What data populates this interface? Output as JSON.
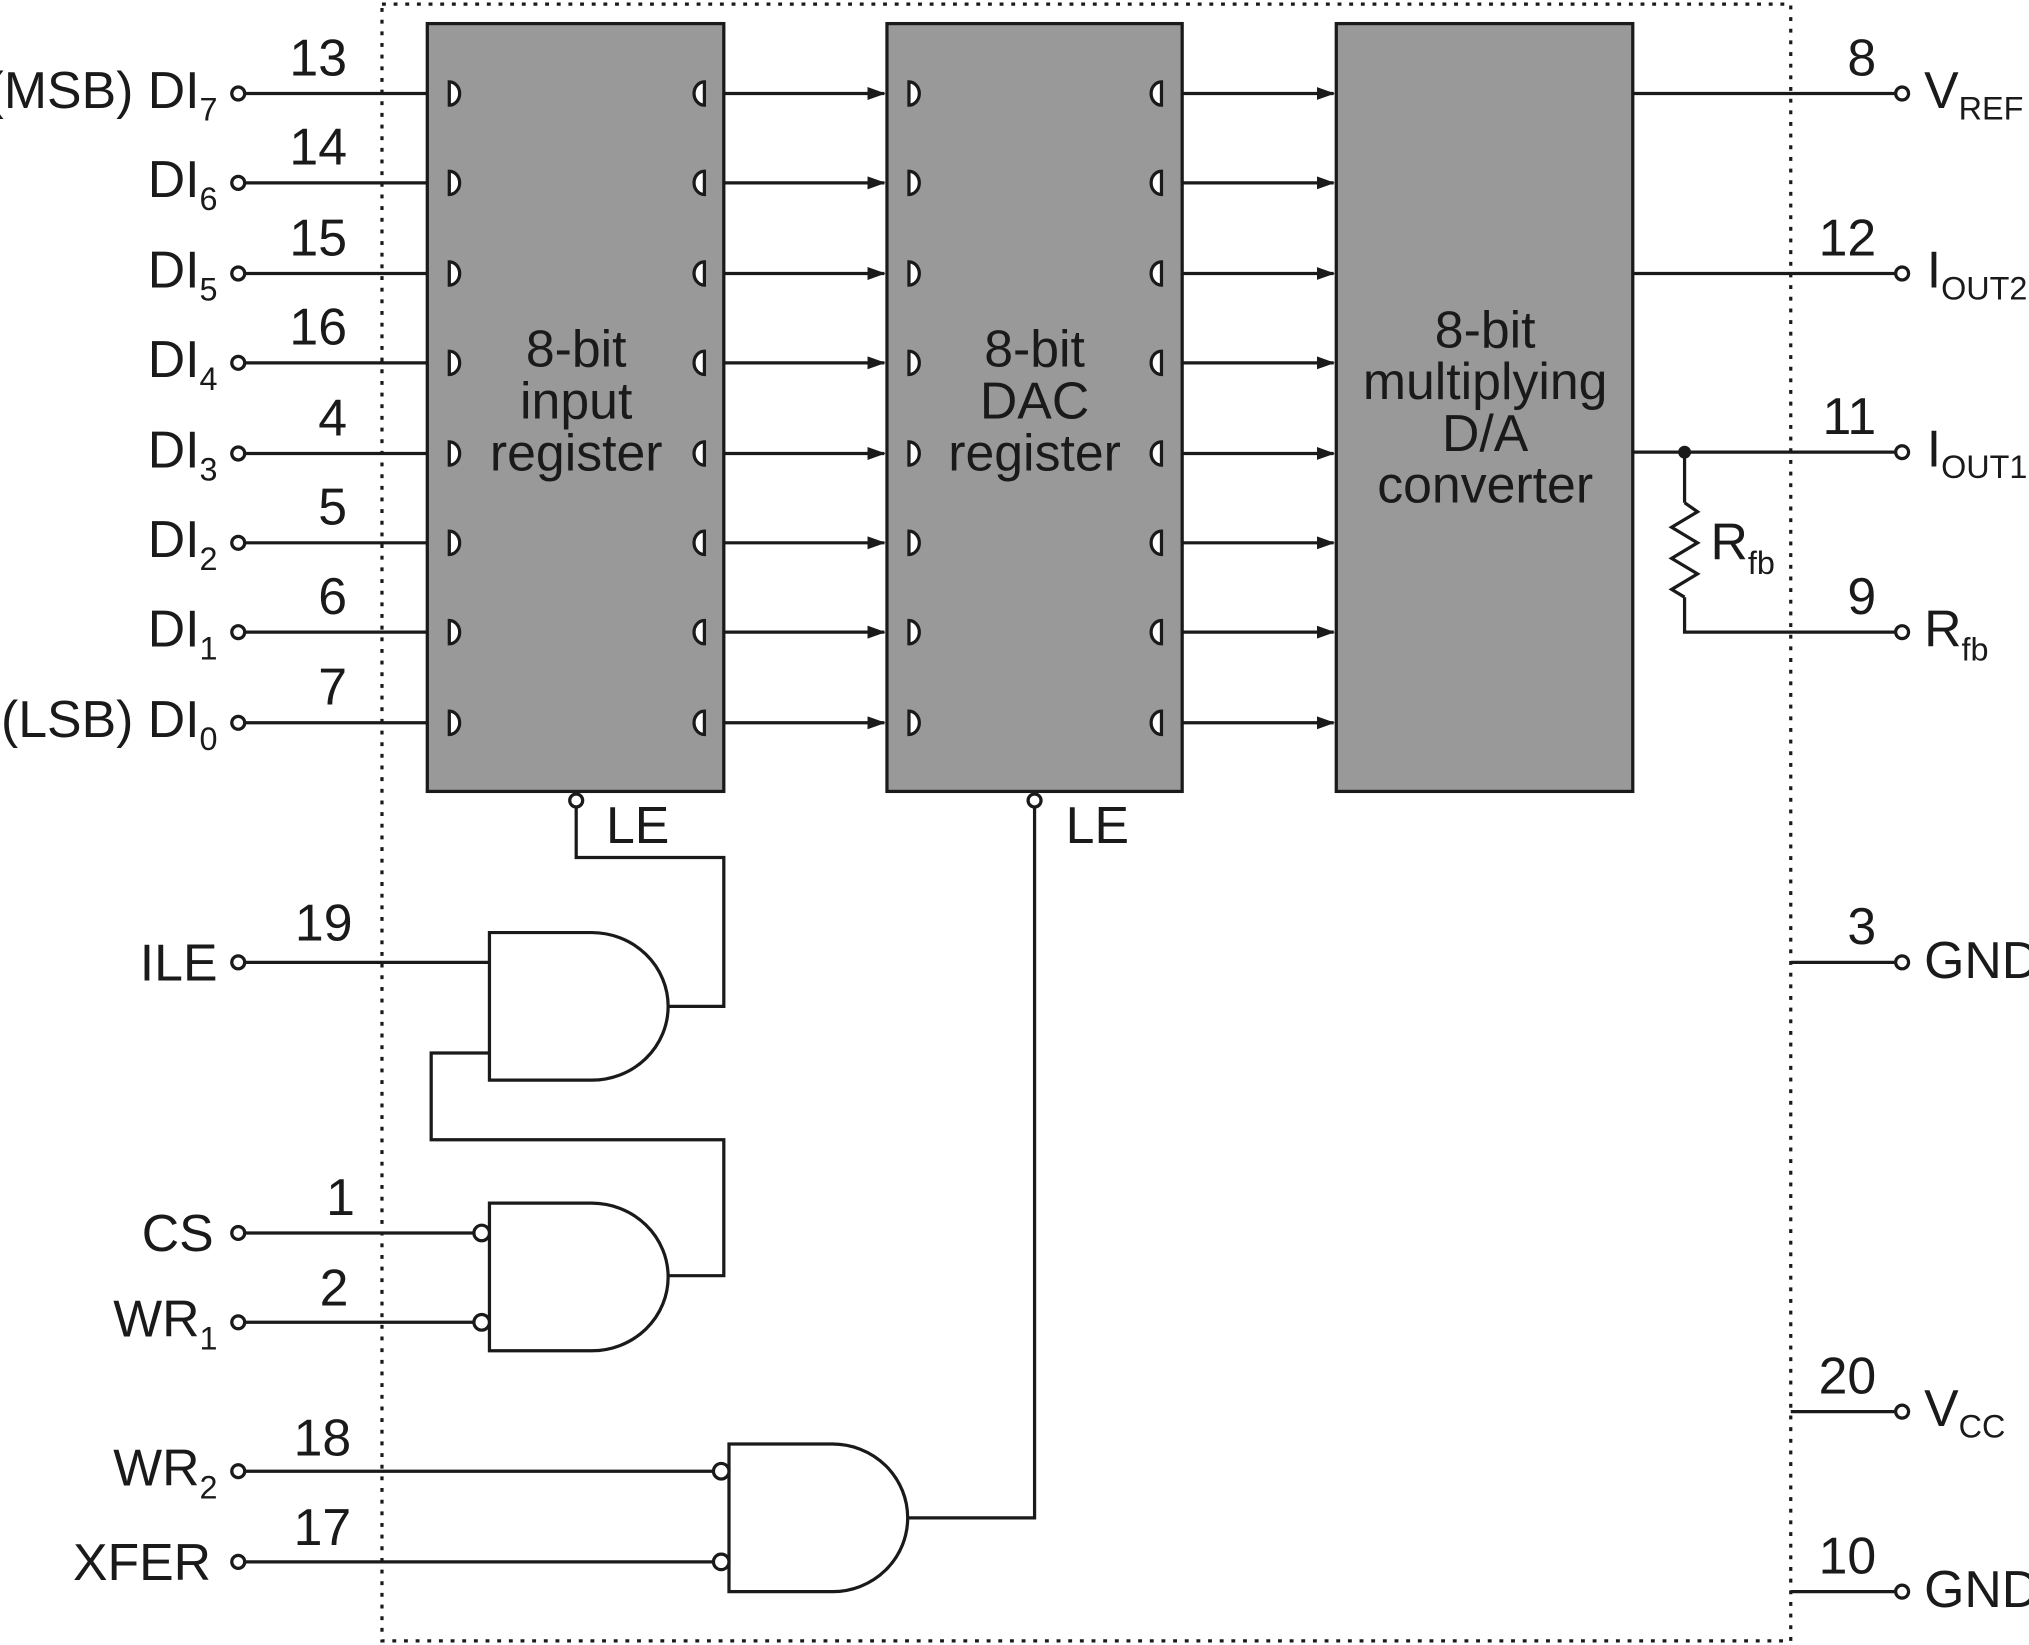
{
  "blocks": {
    "input_register": [
      "8-bit",
      "input",
      "register"
    ],
    "dac_register": [
      "8-bit",
      "DAC",
      "register"
    ],
    "converter": [
      "8-bit",
      "multiplying",
      "D/A",
      "converter"
    ]
  },
  "latch_enable_label": "LE",
  "data_inputs": [
    {
      "prefix": "(MSB)",
      "name": "DI",
      "sub": "7",
      "pin": "13"
    },
    {
      "prefix": "",
      "name": "DI",
      "sub": "6",
      "pin": "14"
    },
    {
      "prefix": "",
      "name": "DI",
      "sub": "5",
      "pin": "15"
    },
    {
      "prefix": "",
      "name": "DI",
      "sub": "4",
      "pin": "16"
    },
    {
      "prefix": "",
      "name": "DI",
      "sub": "3",
      "pin": "4"
    },
    {
      "prefix": "",
      "name": "DI",
      "sub": "2",
      "pin": "5"
    },
    {
      "prefix": "",
      "name": "DI",
      "sub": "1",
      "pin": "6"
    },
    {
      "prefix": "(LSB)",
      "name": "DI",
      "sub": "0",
      "pin": "7"
    }
  ],
  "control_inputs": {
    "ile": {
      "name": "ILE",
      "sub": "",
      "pin": "19"
    },
    "cs": {
      "name": "CS",
      "sub": "",
      "pin": "1"
    },
    "wr1": {
      "name": "WR",
      "sub": "1",
      "pin": "2"
    },
    "wr2": {
      "name": "WR",
      "sub": "2",
      "pin": "18"
    },
    "xfer": {
      "name": "XFER",
      "sub": "",
      "pin": "17"
    }
  },
  "outputs": {
    "vref": {
      "name": "V",
      "sub": "REF",
      "pin": "8"
    },
    "iout2": {
      "name": "I",
      "sub": "OUT2",
      "pin": "12"
    },
    "iout1": {
      "name": "I",
      "sub": "OUT1",
      "pin": "11"
    },
    "rfb": {
      "name": "R",
      "sub": "fb",
      "pin": "9"
    },
    "gnd_a": {
      "name": "GND",
      "sub": "",
      "pin": "3"
    },
    "vcc": {
      "name": "V",
      "sub": "CC",
      "pin": "20"
    },
    "gnd_b": {
      "name": "GND",
      "sub": "",
      "pin": "10"
    }
  },
  "feedback_resistor": {
    "name": "R",
    "sub": "fb"
  },
  "colors": {
    "block_fill": "#999999",
    "line": "#1a1a1a",
    "border": "#1a1a1a"
  }
}
